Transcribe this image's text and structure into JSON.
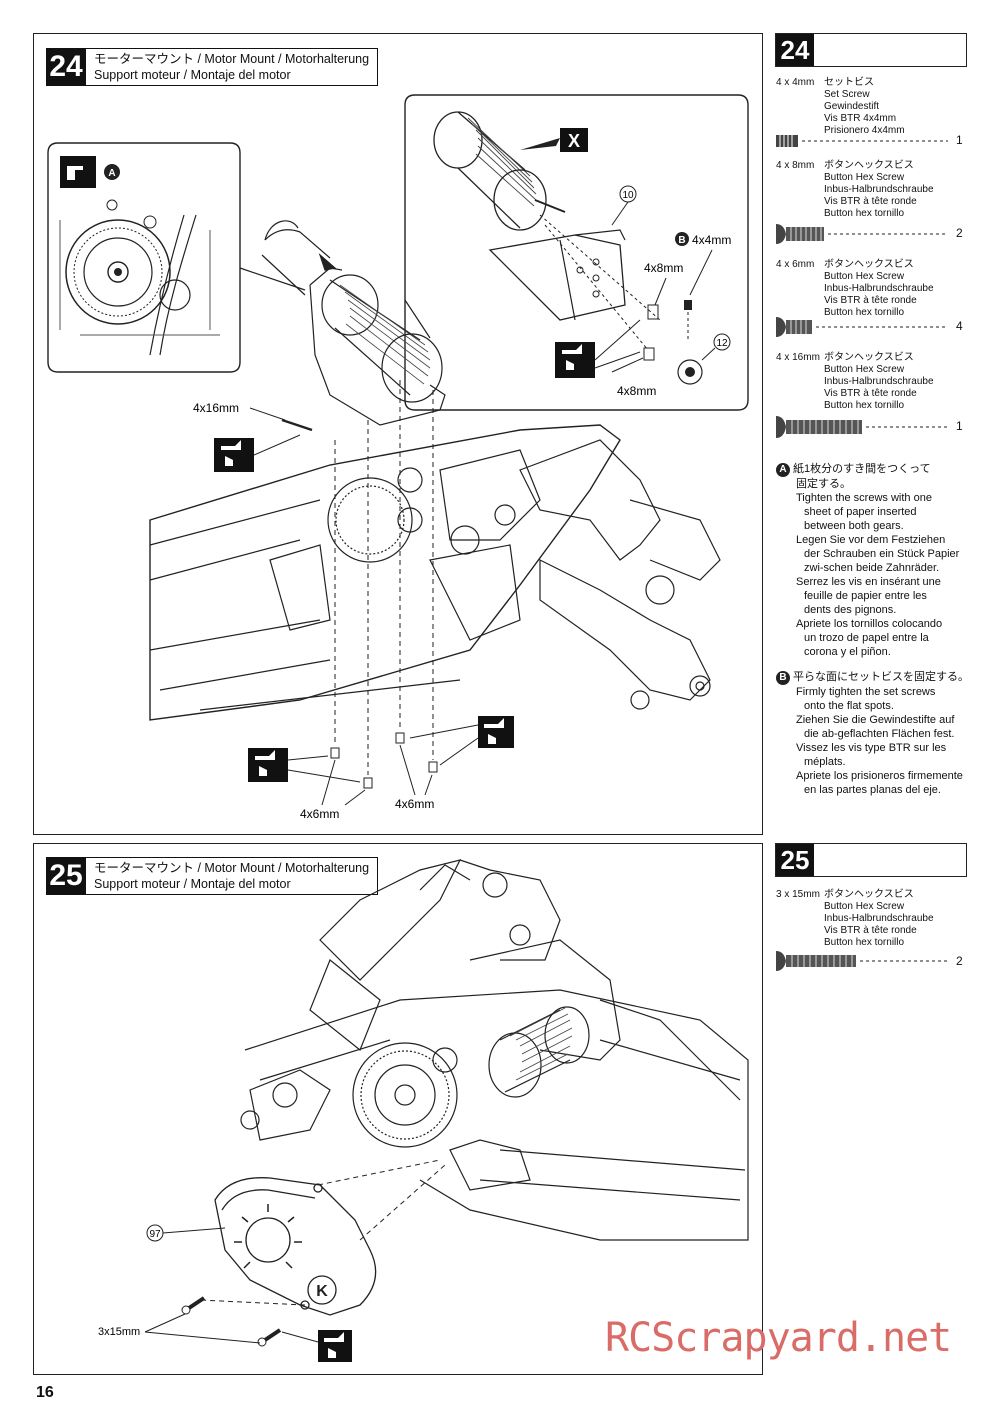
{
  "page_number": "16",
  "watermark": "RCScrapyard.net",
  "step24": {
    "number": "24",
    "title_line1": "モーターマウント /  Motor Mount / Motorhalterung",
    "title_line2": "Support moteur / Montaje del motor",
    "callout_x": "X",
    "part_10": "10",
    "part_12": "12",
    "b_size": "4x4mm",
    "size_4x8_top": "4x8mm",
    "size_4x8_bottom": "4x8mm",
    "size_4x16": "4x16mm",
    "size_4x6_left": "4x6mm",
    "size_4x6_right": "4x6mm",
    "marker_a": "A",
    "marker_b": "B"
  },
  "side24": {
    "number": "24",
    "parts": [
      {
        "size": "4 x 4mm",
        "names": [
          "セットビス",
          "Set Screw",
          "Gewindestift",
          "Vis BTR 4x4mm",
          "Prisionero 4x4mm"
        ],
        "qty": "1"
      },
      {
        "size": "4 x 8mm",
        "names": [
          "ボタンヘックスビス",
          "Button Hex Screw",
          "Inbus-Halbrundschraube",
          "Vis BTR à tête ronde",
          "Button hex tornillo"
        ],
        "qty": "2"
      },
      {
        "size": "4 x 6mm",
        "names": [
          "ボタンヘックスビス",
          "Button Hex Screw",
          "Inbus-Halbrundschraube",
          "Vis BTR à tête ronde",
          "Button hex tornillo"
        ],
        "qty": "4"
      },
      {
        "size": "4 x 16mm",
        "names": [
          "ボタンヘックスビス",
          "Button Hex Screw",
          "Inbus-Halbrundschraube",
          "Vis BTR à tête ronde",
          "Button hex tornillo"
        ],
        "qty": "1"
      }
    ],
    "note_a": {
      "marker": "A",
      "ja": "紙1枚分のすき間をつくって",
      "ja2": "固定する。",
      "en1": "Tighten the screws with one",
      "en2": "sheet of paper inserted",
      "en3": "between both gears.",
      "de1": "Legen Sie vor dem Festziehen",
      "de2": "der Schrauben ein Stück Papier",
      "de3": "zwi-schen beide Zahnräder.",
      "fr1": "Serrez les vis en insérant une",
      "fr2": "feuille de papier entre les",
      "fr3": "dents des pignons.",
      "es1": "Apriete los tornillos colocando",
      "es2": "un trozo de papel entre la",
      "es3": "corona y el piñon."
    },
    "note_b": {
      "marker": "B",
      "ja": "平らな面にセットビスを固定する。",
      "en1": "Firmly tighten the set screws",
      "en2": "onto the flat spots.",
      "de1": "Ziehen Sie die Gewindestifte auf",
      "de2": "die ab-geflachten Flächen fest.",
      "fr1": "Vissez les vis type BTR sur les",
      "fr2": "méplats.",
      "es1": "Apriete los prisioneros firmemente",
      "es2": "en las partes planas del eje."
    }
  },
  "step25": {
    "number": "25",
    "title_line1": "モーターマウント /  Motor Mount / Motorhalterung",
    "title_line2": "Support moteur / Montaje del motor",
    "part_97": "97",
    "size_3x15": "3x15mm"
  },
  "side25": {
    "number": "25",
    "parts": [
      {
        "size": "3 x 15mm",
        "names": [
          "ボタンヘックスビス",
          "Button Hex Screw",
          "Inbus-Halbrundschraube",
          "Vis BTR à tête ronde",
          "Button hex tornillo"
        ],
        "qty": "2"
      }
    ]
  }
}
